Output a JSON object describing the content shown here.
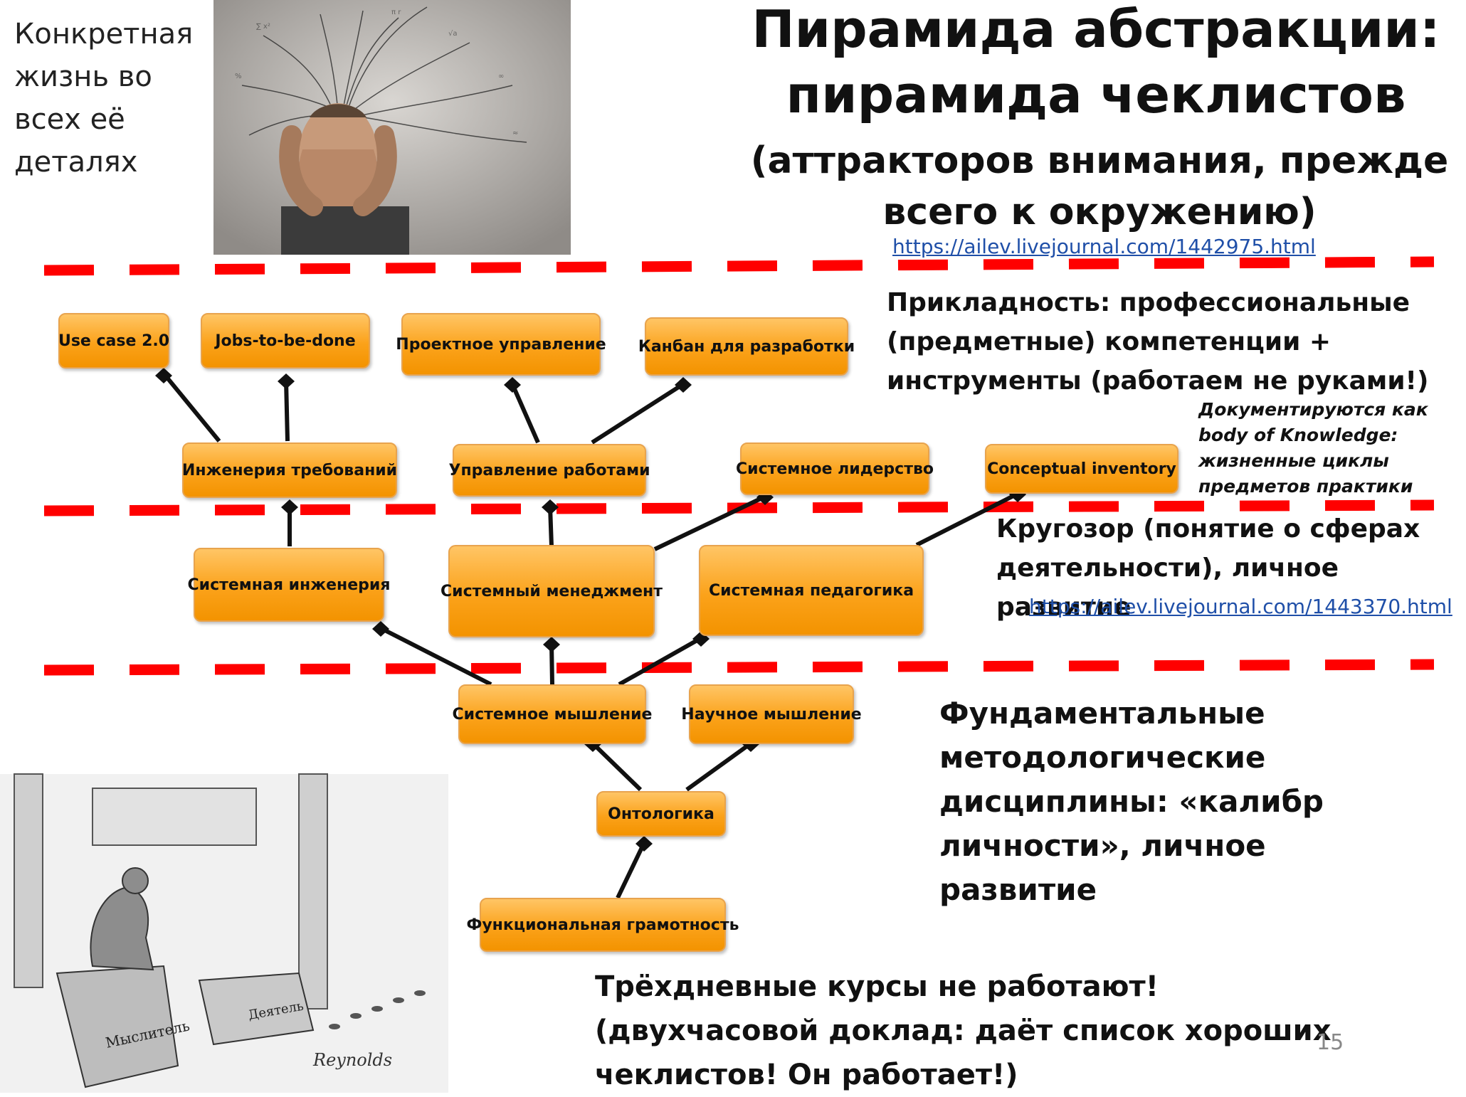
{
  "corner_text": [
    "Конкретная",
    "жизнь во",
    "всех её",
    "деталях"
  ],
  "title": {
    "line1": "Пирамида абстракции:",
    "line2": "пирамида чеклистов",
    "line3": "(аттракторов внимания, прежде",
    "line4": "всего к окружению)"
  },
  "link1": "https://ailev.livejournal.com/1442975.html",
  "applied": {
    "line1": "Прикладность: профессиональные",
    "line2": "(предметные)  компетенции +",
    "line3": "инструменты (работаем не руками!)"
  },
  "note": {
    "line1": "Документируются как",
    "line2": "body of Knowledge:",
    "line3": "жизненные циклы",
    "line4": "предметов практики"
  },
  "outlook": {
    "line1": "Кругозор (понятие о сферах",
    "line2": "деятельности), личное развитие"
  },
  "link2": "https://ailev.livejournal.com/1443370.html",
  "fundamental": {
    "line1": "Фундаментальные",
    "line2": "методологические",
    "line3": "дисциплины: «калибр",
    "line4": "личности», личное",
    "line5": "развитие"
  },
  "bottom": {
    "line1": "Трёхдневные курсы не работают!",
    "line2": "(двухчасовой доклад: даёт список хороших",
    "line3": "чеклистов! Он работает!)"
  },
  "page_number": "15",
  "nodes": {
    "use_case": "Use case 2.0",
    "jobs": "Jobs-to-be-done",
    "project_mgmt": "Проектное управление",
    "kanban": "Канбан для разработки",
    "req_eng": "Инженерия требований",
    "work_mgmt": "Управление работами",
    "sys_leadership": "Системное лидерство",
    "conceptual_inventory": "Conceptual inventory",
    "sys_engineering": "Системная инженерия",
    "sys_management": "Системный менеджмент",
    "sys_pedagogy": "Системная педагогика",
    "sys_thinking": "Системное мышление",
    "sci_thinking": "Научное мышление",
    "ontologics": "Онтологика",
    "func_literacy": "Функциональная грамотность"
  },
  "cartoon_labels": {
    "thinker": "Мыслитель",
    "doer": "Деятель",
    "signature": "Reynolds"
  },
  "colors": {
    "dash": "#ff0000",
    "node_fill": "#fba21a",
    "link": "#1f4fa8"
  }
}
